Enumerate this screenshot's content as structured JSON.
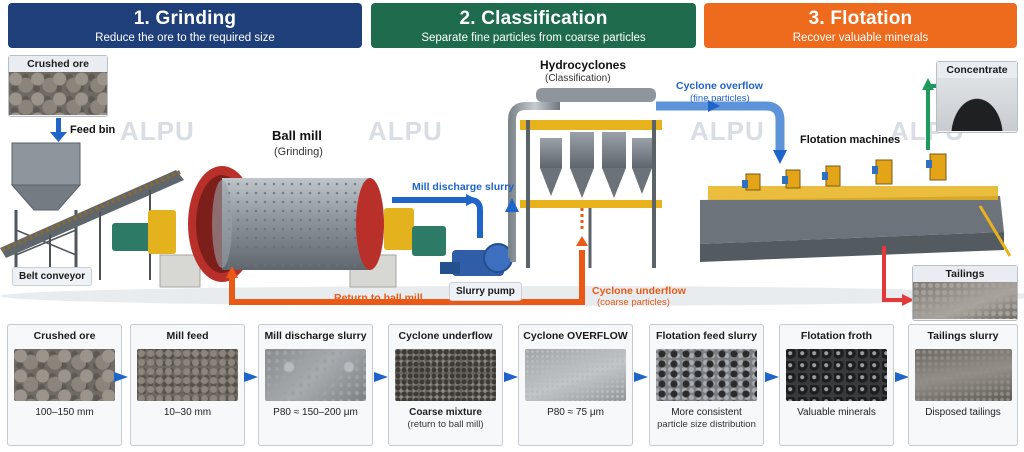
{
  "stages": [
    {
      "title": "1. Grinding",
      "subtitle": "Reduce the ore to the required size"
    },
    {
      "title": "2. Classification",
      "subtitle": "Separate fine particles from coarse particles"
    },
    {
      "title": "3. Flotation",
      "subtitle": "Recover valuable minerals"
    }
  ],
  "process": {
    "crushed_ore": "Crushed ore",
    "feed_bin": "Feed bin",
    "belt_conveyor": "Belt conveyor",
    "ball_mill": "Ball mill",
    "ball_mill_sub": "(Grinding)",
    "mill_discharge_slurry": "Mill discharge slurry",
    "slurry_pump": "Slurry pump",
    "return_to_ball_mill": "Return to ball mill",
    "hydrocyclones": "Hydrocyclones",
    "hydrocyclones_sub": "(Classification)",
    "cyclone_overflow": "Cyclone overflow",
    "cyclone_overflow_sub": "(fine particles)",
    "cyclone_underflow": "Cyclone underflow",
    "cyclone_underflow_sub": "(coarse particles)",
    "flotation_machines": "Flotation machines",
    "concentrate": "Concentrate",
    "tailings": "Tailings",
    "watermark": "ALPU"
  },
  "cards": [
    {
      "title": "Crushed ore",
      "caption": "100–150 mm",
      "caption2": "",
      "texture": "ore"
    },
    {
      "title": "Mill feed",
      "caption": "10–30 mm",
      "caption2": "",
      "texture": "feed"
    },
    {
      "title": "Mill discharge slurry",
      "caption": "P80 ≈ 150–200 μm",
      "caption2": "",
      "texture": "slurry"
    },
    {
      "title": "Cyclone underflow",
      "caption": "Coarse mixture",
      "caption2": "(return to ball mill)",
      "texture": "coarse"
    },
    {
      "title": "Cyclone OVERFLOW",
      "caption": "P80 ≈ 75 μm",
      "caption2": "",
      "texture": "fine"
    },
    {
      "title": "Flotation feed slurry",
      "caption": "More consistent",
      "caption2": "particle size distribution",
      "texture": "froth-feed"
    },
    {
      "title": "Flotation froth",
      "caption": "Valuable minerals",
      "caption2": "",
      "texture": "froth"
    },
    {
      "title": "Tailings slurry",
      "caption": "Disposed tailings",
      "caption2": "",
      "texture": "tail"
    }
  ],
  "colors": {
    "grinding": "#1f3f7a",
    "classification": "#1f6b4e",
    "flotation": "#ee6a1d",
    "flow_blue": "#1f64c8",
    "flow_orange": "#ea5a16",
    "concentrate_green": "#1f9a5c",
    "tailings_red": "#e23a3a"
  }
}
